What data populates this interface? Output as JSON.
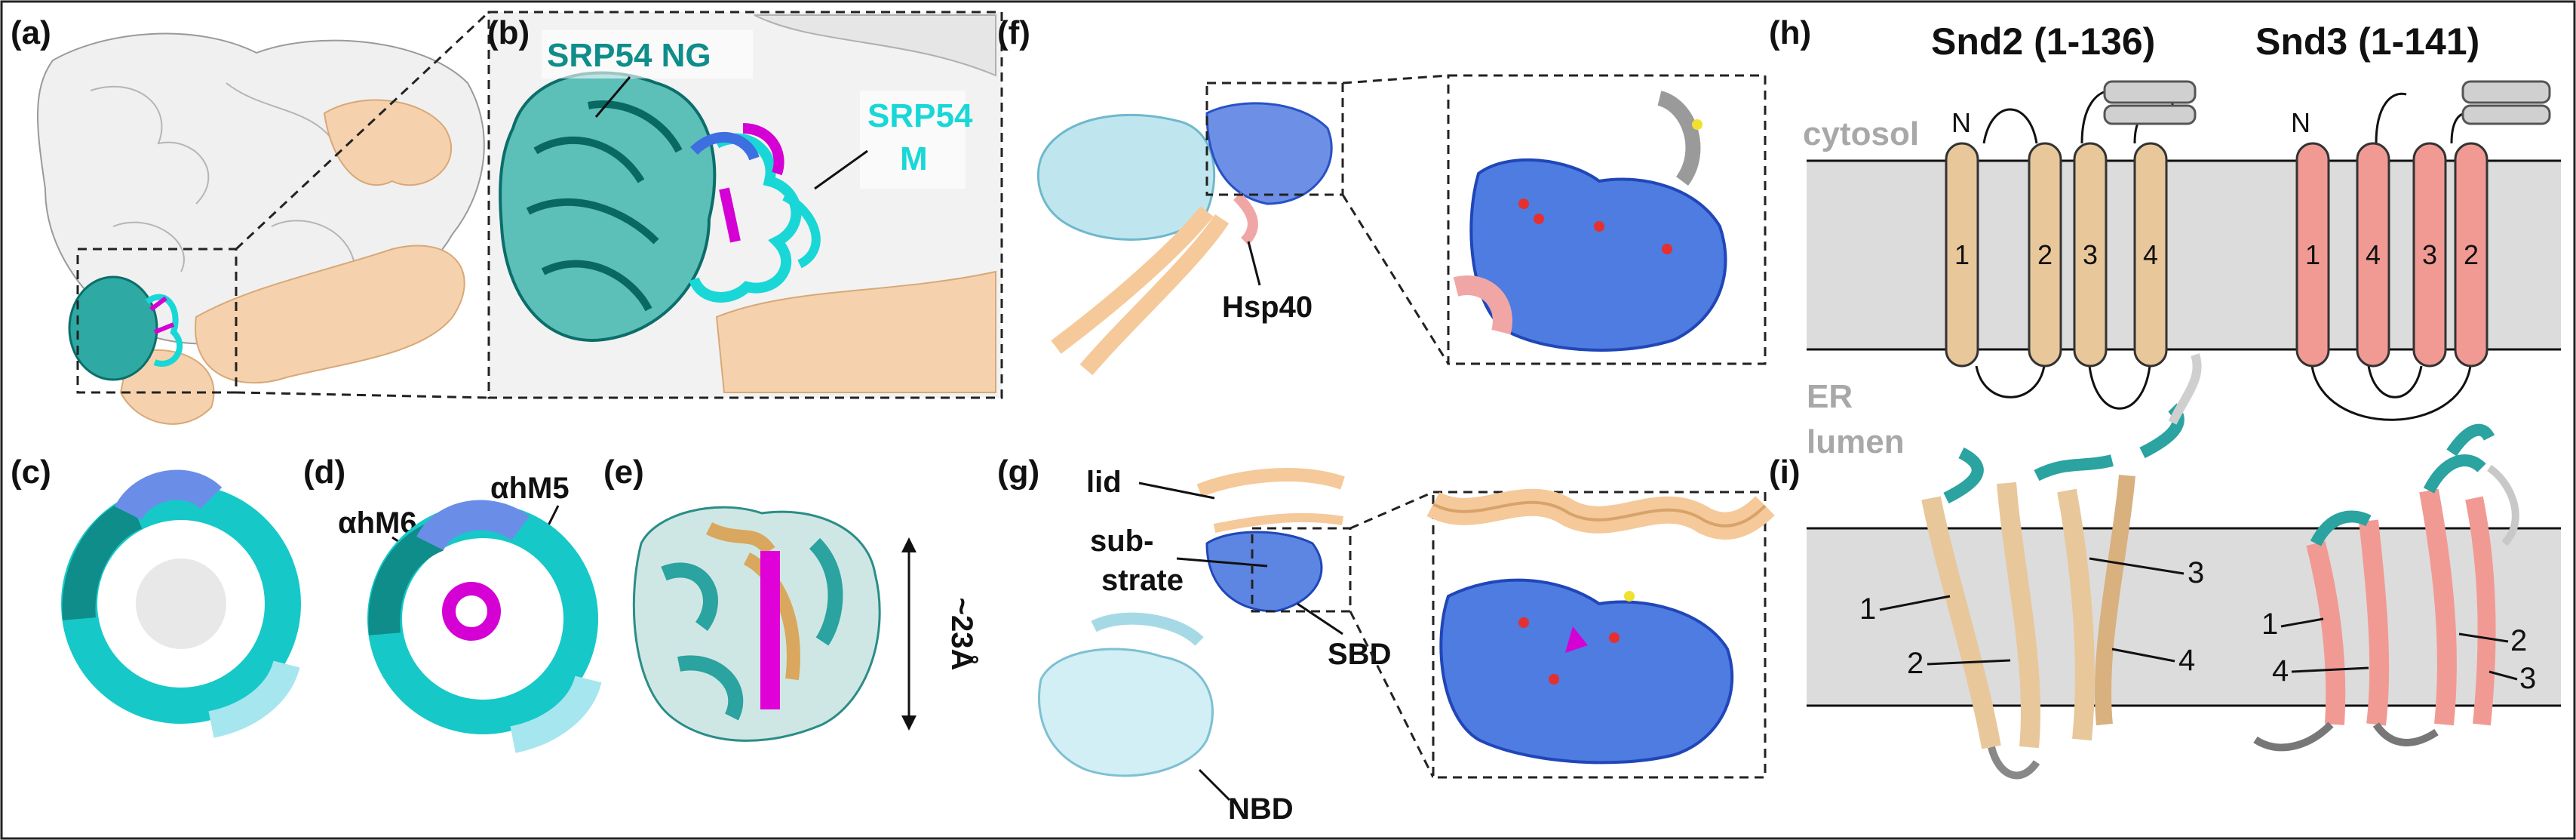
{
  "panels": {
    "a": "(a)",
    "b": "(b)",
    "c": "(c)",
    "d": "(d)",
    "e": "(e)",
    "f": "(f)",
    "g": "(g)",
    "h": "(h)",
    "i": "(i)"
  },
  "labels": {
    "srp54_ng": "SRP54 NG",
    "srp54_m_line1": "SRP54",
    "srp54_m_line2": "M",
    "ahm6": "αhM6",
    "ahm5": "αhM5",
    "dist": "~23Å",
    "hsp40": "Hsp40",
    "lid": "lid",
    "sub1": "sub-",
    "sub2": "strate",
    "sbd": "SBD",
    "nbd": "NBD"
  },
  "topology": {
    "snd2_title": "Snd2 (1-136)",
    "snd3_title": "Snd3 (1-141)",
    "cytosol": "cytosol",
    "er": "ER",
    "lumen": "lumen",
    "n_terminus": "N",
    "snd2_helices": [
      "1",
      "2",
      "3",
      "4"
    ],
    "snd3_helices": [
      "1",
      "4",
      "3",
      "2"
    ],
    "snd2_color": "#e8c79b",
    "snd3_color": "#f19a94",
    "membrane_color": "#dcdcdc"
  },
  "model_labels": {
    "snd2": [
      "1",
      "2",
      "3",
      "4"
    ],
    "snd3": [
      "1",
      "4",
      "2",
      "3"
    ]
  },
  "colors": {
    "teal": "#0e8d8a",
    "cyan": "#19d7d7",
    "blue": "#3d6fe0",
    "magenta": "#d400d4",
    "wheat": "#f5c99a",
    "lightcyan": "#a6e6ee"
  }
}
